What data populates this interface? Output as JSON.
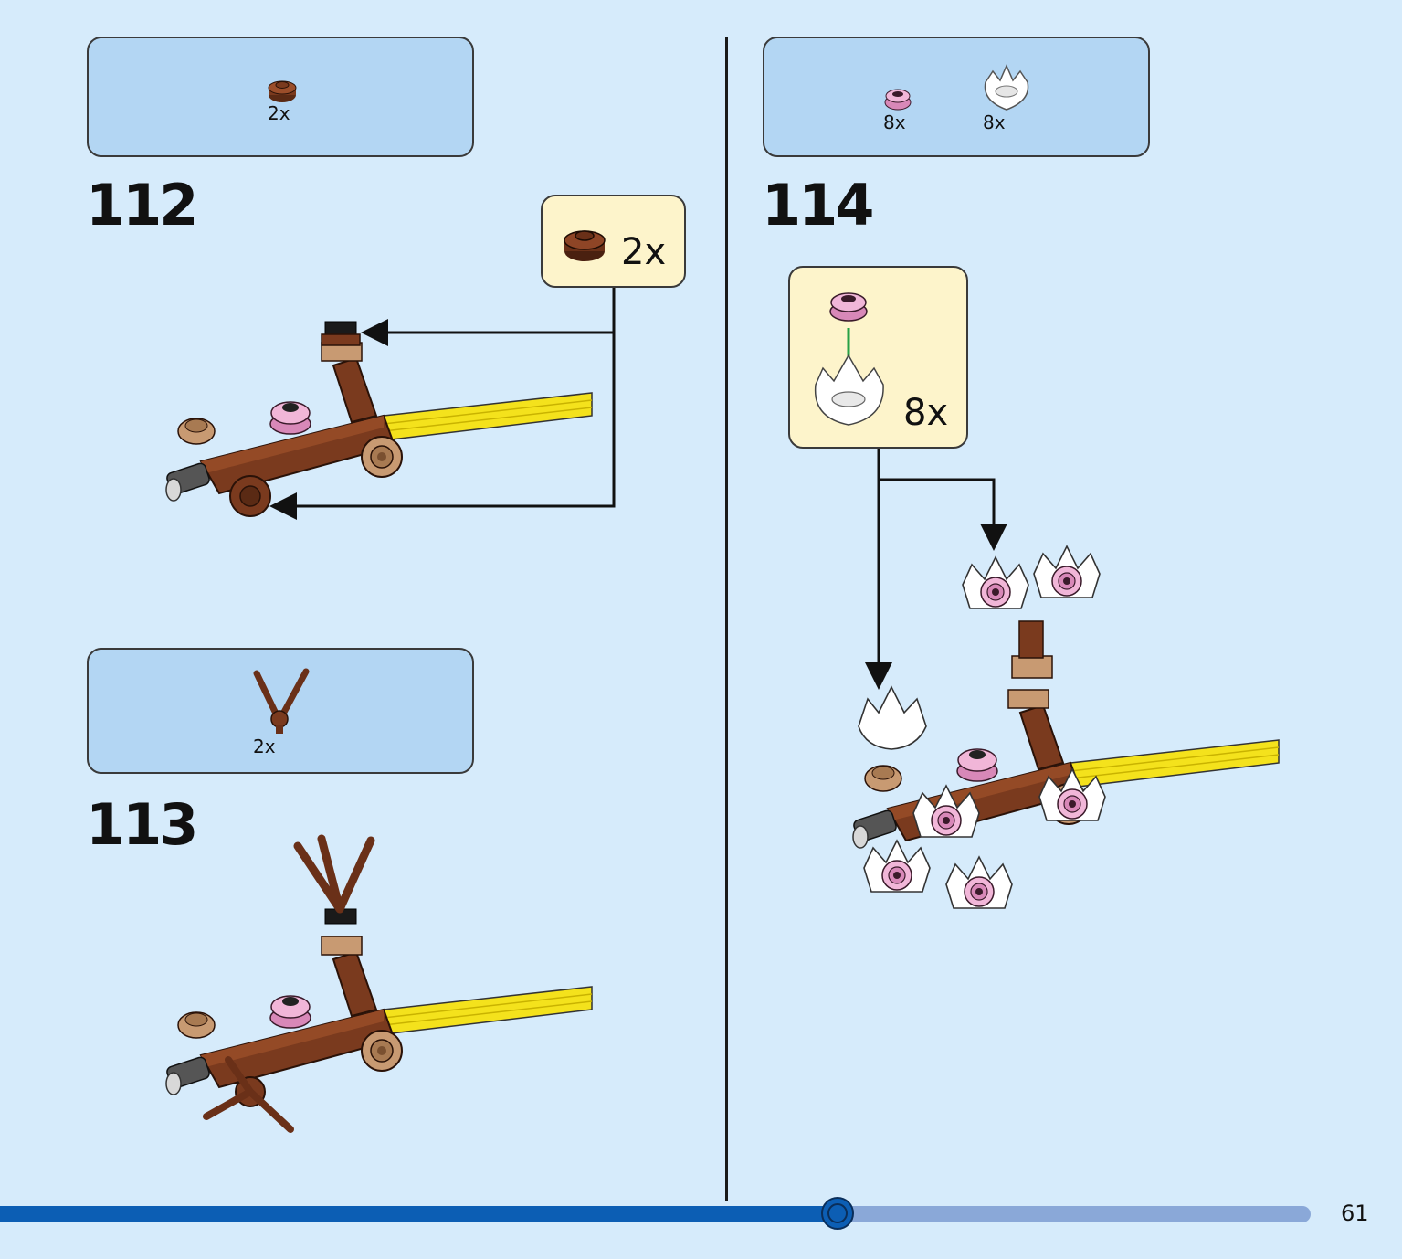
{
  "page": {
    "number": "61",
    "progress_fraction": 0.6
  },
  "steps": [
    {
      "number": "112",
      "parts": [
        {
          "icon": "brown-round-plate-icon",
          "qty": "2x"
        }
      ],
      "callout": {
        "icon": "brown-round-plate-icon",
        "qty": "2x"
      }
    },
    {
      "number": "113",
      "parts": [
        {
          "icon": "brown-twig-piece-icon",
          "qty": "2x"
        }
      ]
    },
    {
      "number": "114",
      "parts": [
        {
          "icon": "pink-flower-plate-icon",
          "qty": "8x"
        },
        {
          "icon": "white-petal-piece-icon",
          "qty": "8x"
        }
      ],
      "callout": {
        "icon": "flower-assembly-icon",
        "qty": "8x"
      }
    }
  ],
  "colors": {
    "background": "#d6ebfb",
    "parts_box": "#b3d6f3",
    "callout": "#fdf4cb",
    "brown": "#7a3a1e",
    "tan": "#c89a72",
    "yellow": "#f4e21c",
    "pink": "#f1b6d8",
    "progress": "#0c5eb4",
    "progress_track": "#8aa8d8"
  }
}
